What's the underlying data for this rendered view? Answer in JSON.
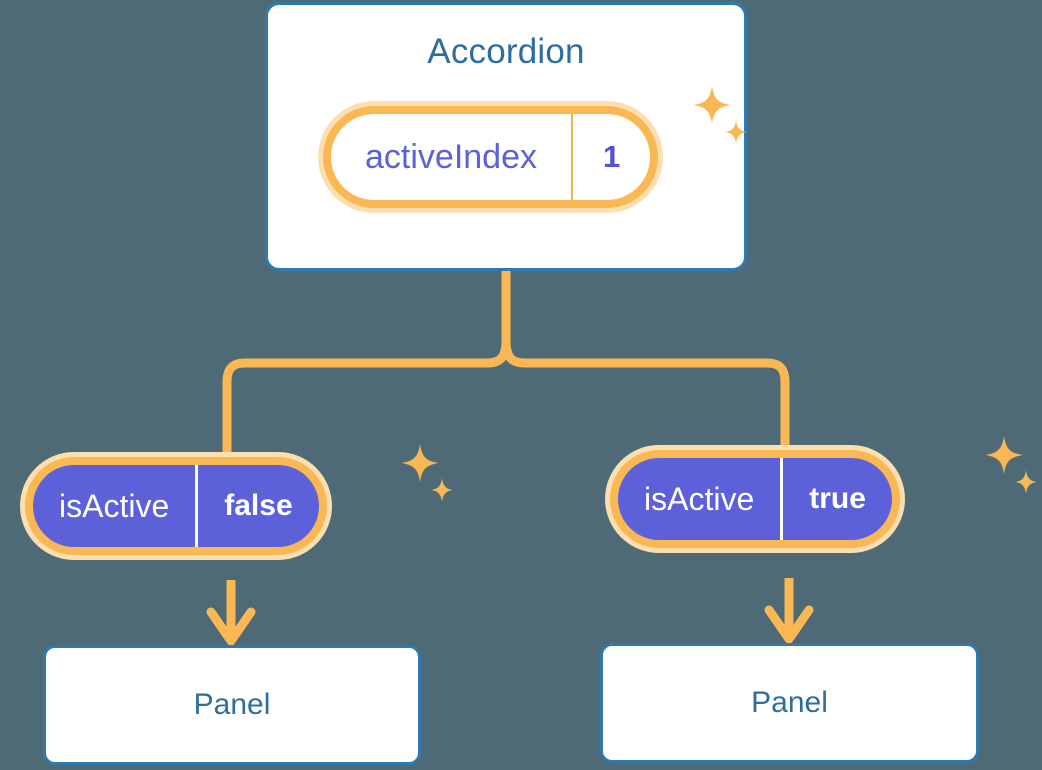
{
  "diagram": {
    "title_node": {
      "label": "Accordion",
      "state": {
        "key": "activeIndex",
        "value": "1"
      }
    },
    "branches": [
      {
        "prop": {
          "key": "isActive",
          "value": "false"
        },
        "child": {
          "label": "Panel"
        }
      },
      {
        "prop": {
          "key": "isActive",
          "value": "true"
        },
        "child": {
          "label": "Panel"
        }
      }
    ]
  },
  "colors": {
    "background": "#4d6a76",
    "card_border": "#2f79ae",
    "card_text": "#2e6e9e",
    "accent_orange": "#f9b853",
    "accent_orange_halo": "#fcdfb0",
    "pill_purple": "#5c61da",
    "value_purple": "#4f53d4",
    "white": "#ffffff"
  },
  "icons": {
    "sparkle": "sparkle-icon",
    "arrow_down": "arrow-down-icon"
  }
}
